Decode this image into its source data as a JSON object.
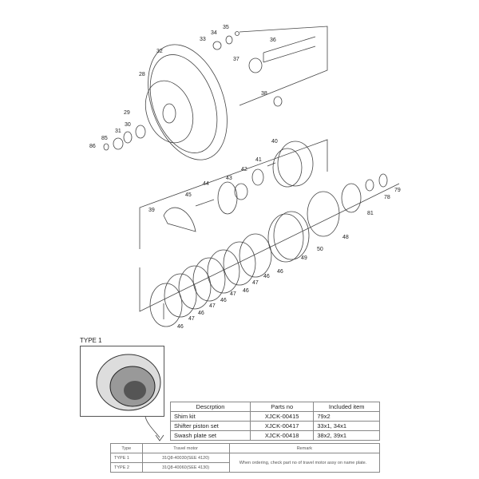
{
  "callouts": [
    "35",
    "34",
    "33",
    "36",
    "32",
    "37",
    "28",
    "38",
    "29",
    "30",
    "31",
    "85",
    "86",
    "40",
    "41",
    "42",
    "43",
    "44",
    "45",
    "39",
    "79",
    "78",
    "81",
    "48",
    "50",
    "49",
    "46",
    "46",
    "47",
    "46",
    "47",
    "46",
    "47",
    "46",
    "47",
    "46"
  ],
  "type_label": "TYPE 1",
  "kit_table": {
    "headers": [
      "Descrption",
      "Parts no",
      "Included item"
    ],
    "rows": [
      [
        "Shim kit",
        "XJCK-00415",
        "79x2"
      ],
      [
        "Shifter piston set",
        "XJCK-00417",
        "33x1, 34x1"
      ],
      [
        "Swash plate set",
        "XJCK-00418",
        "38x2, 39x1"
      ]
    ]
  },
  "type_table": {
    "headers": [
      "Type",
      "Travel motor",
      "Remark"
    ],
    "rows": [
      [
        "TYPE 1",
        "31Q8-40030(SEE 4120)"
      ],
      [
        "TYPE 2",
        "31Q8-40060(SEE 4130)"
      ]
    ],
    "remark": "When ordering, check part no of travel motor assy on name plate."
  }
}
